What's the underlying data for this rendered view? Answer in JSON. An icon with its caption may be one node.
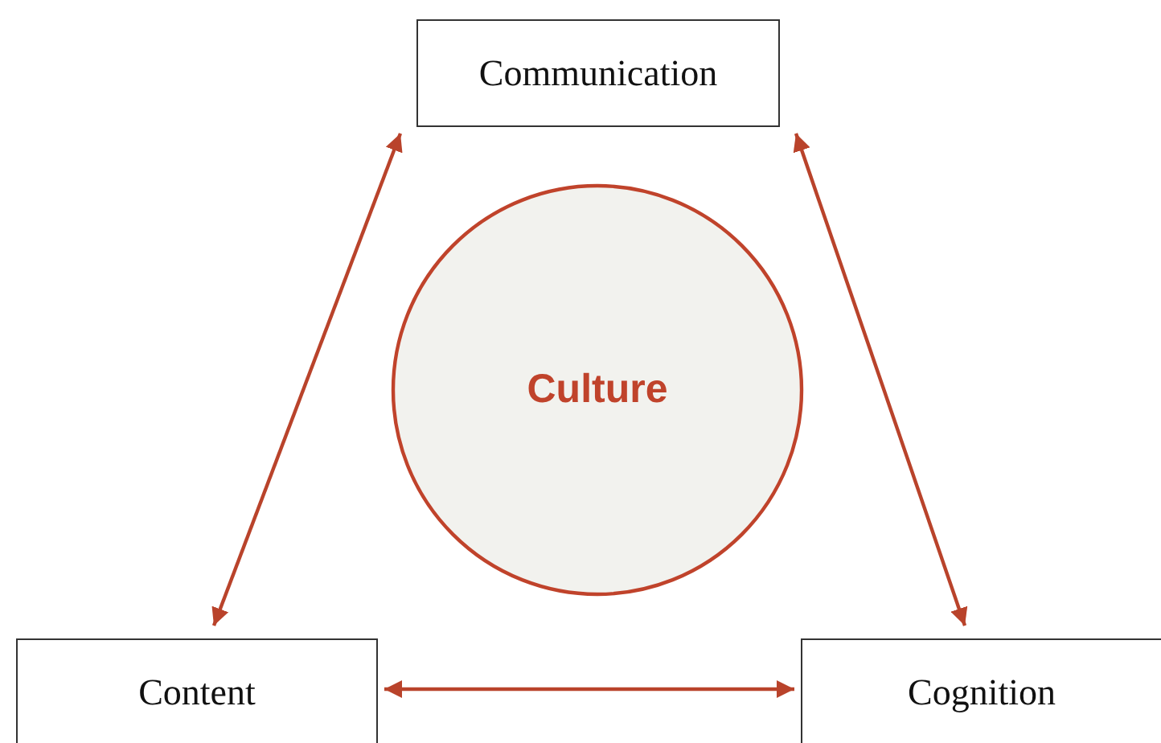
{
  "diagram": {
    "nodes": [
      {
        "text": [
          "Communication"
        ]
      },
      {
        "text": [
          "Culture"
        ]
      },
      {
        "text": [
          "Content"
        ]
      },
      {
        "text": [
          "Cognition"
        ]
      }
    ],
    "edges": [
      {
        "from": 2,
        "to": 0,
        "arrow": "both"
      },
      {
        "from": 0,
        "to": 3,
        "arrow": "both"
      },
      {
        "from": 2,
        "to": 3,
        "arrow": "both"
      }
    ]
  }
}
